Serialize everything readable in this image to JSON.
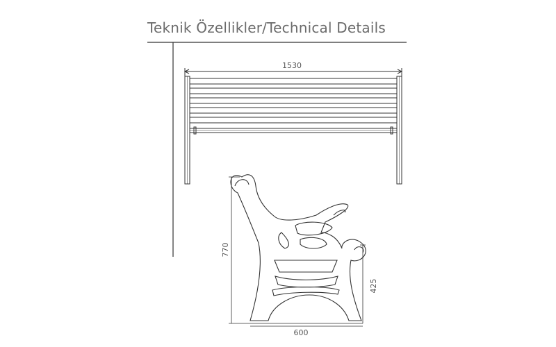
{
  "title": "Teknik Özellikler/Technical Details",
  "dimensions": {
    "width": "1530",
    "height": "770",
    "seat_height": "425",
    "depth": "600"
  },
  "colors": {
    "line": "#333333",
    "title": "#6b6b6b"
  }
}
